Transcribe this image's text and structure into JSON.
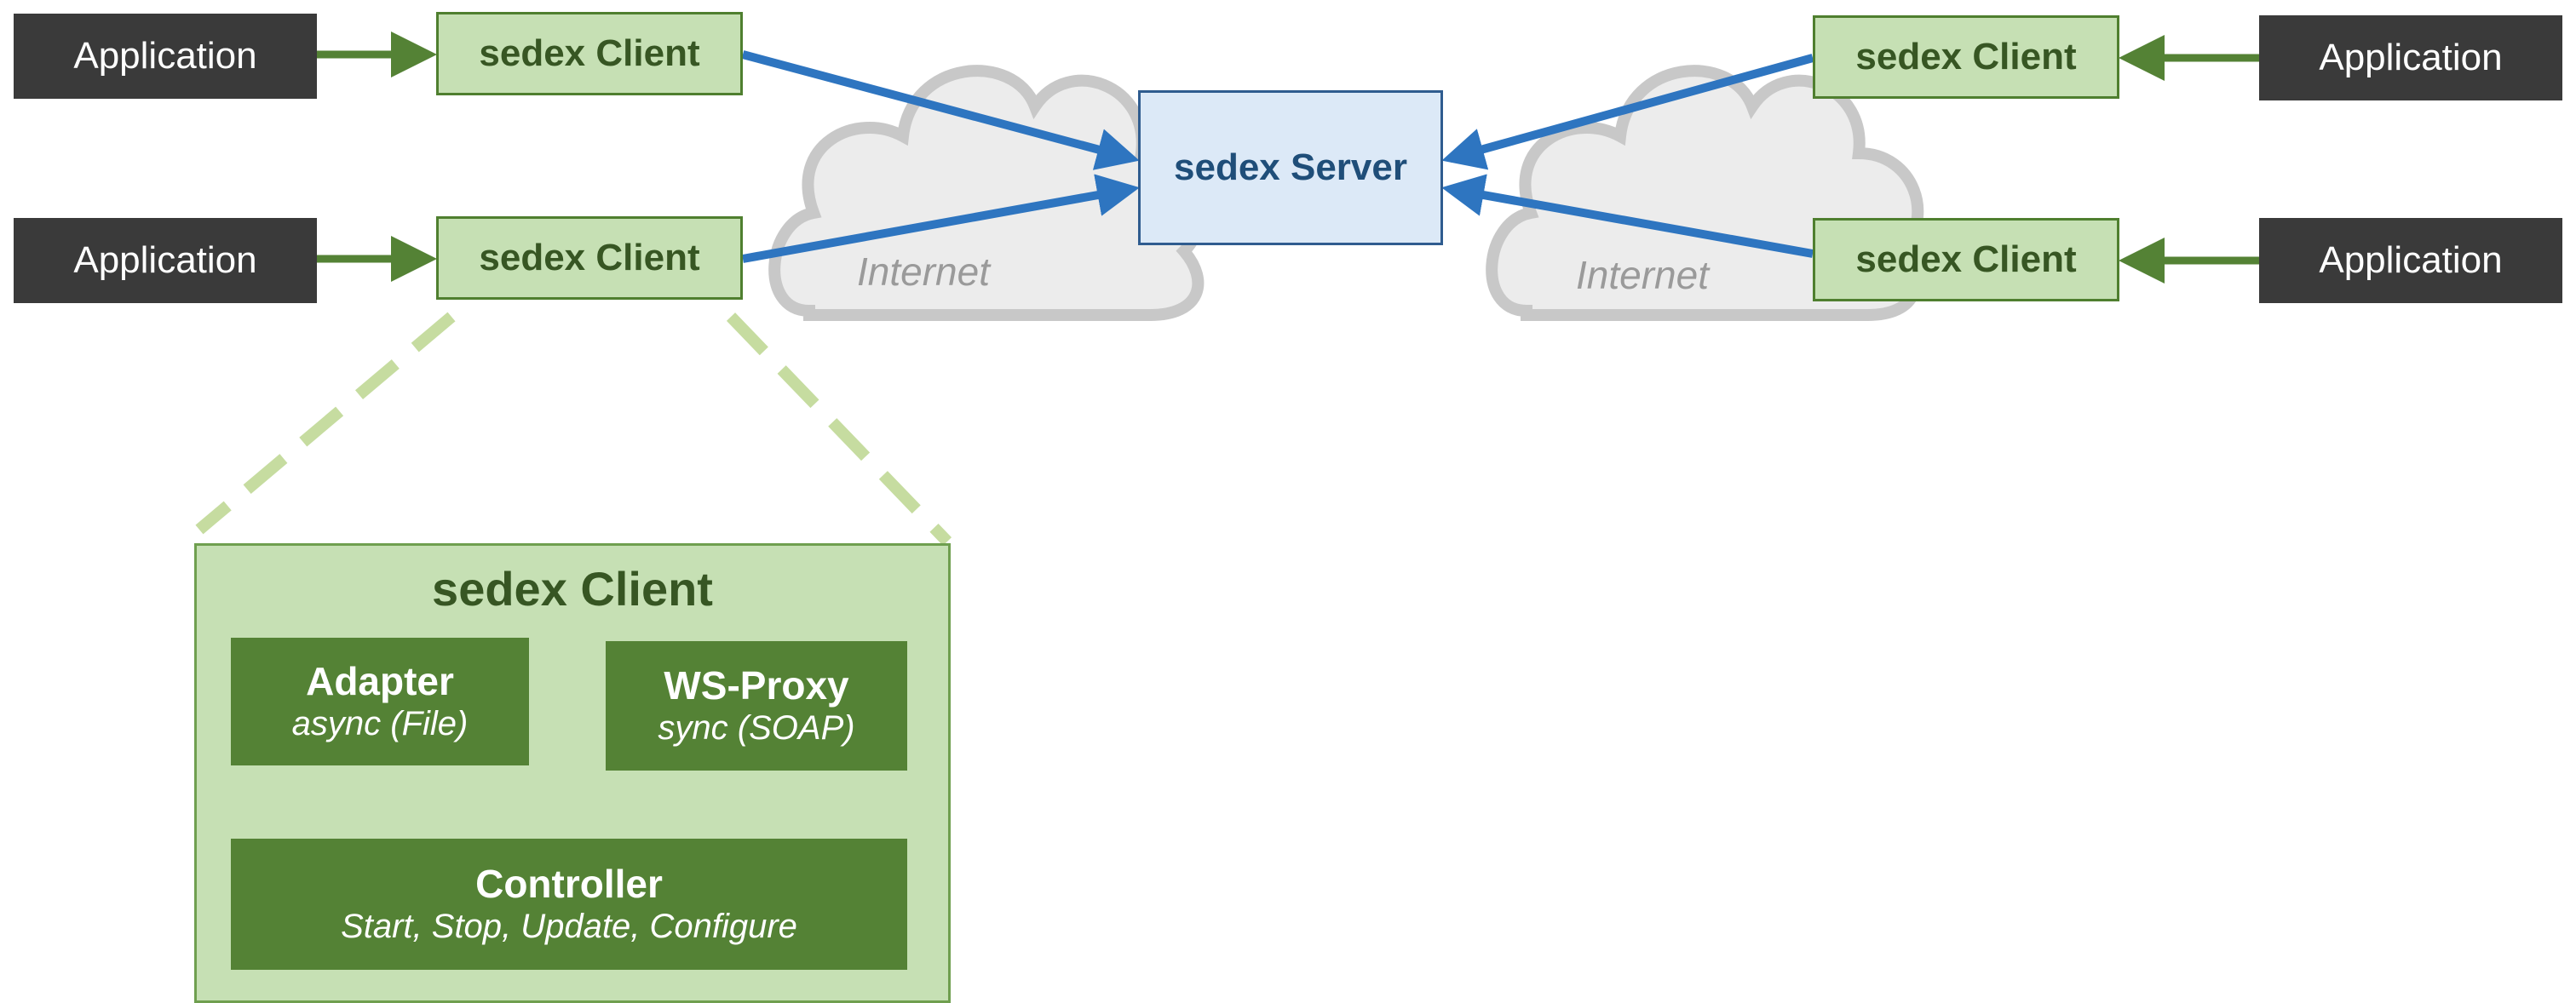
{
  "applications": {
    "left_top": "Application",
    "left_bottom": "Application",
    "right_top": "Application",
    "right_bottom": "Application"
  },
  "clients": {
    "left_top": "sedex Client",
    "left_bottom": "sedex Client",
    "right_top": "sedex Client",
    "right_bottom": "sedex Client"
  },
  "server": {
    "label": "sedex Server"
  },
  "clouds": {
    "left": "Internet",
    "right": "Internet"
  },
  "detail": {
    "title": "sedex Client",
    "adapter": {
      "name": "Adapter",
      "desc": "async (File)"
    },
    "proxy": {
      "name": "WS-Proxy",
      "desc": "sync (SOAP)"
    },
    "controller": {
      "name": "Controller",
      "desc": "Start, Stop, Update, Configure"
    }
  },
  "colors": {
    "app_fill": "#3a3a3a",
    "client_fill": "#c6e0b4",
    "client_border": "#4f7f2f",
    "module_fill": "#548235",
    "server_fill": "#dce9f7",
    "server_border": "#2f5c8f",
    "arrow_blue": "#2e75c0",
    "arrow_green": "#548235",
    "cloud_fill": "#ececec",
    "cloud_stroke": "#c8c8c8"
  }
}
